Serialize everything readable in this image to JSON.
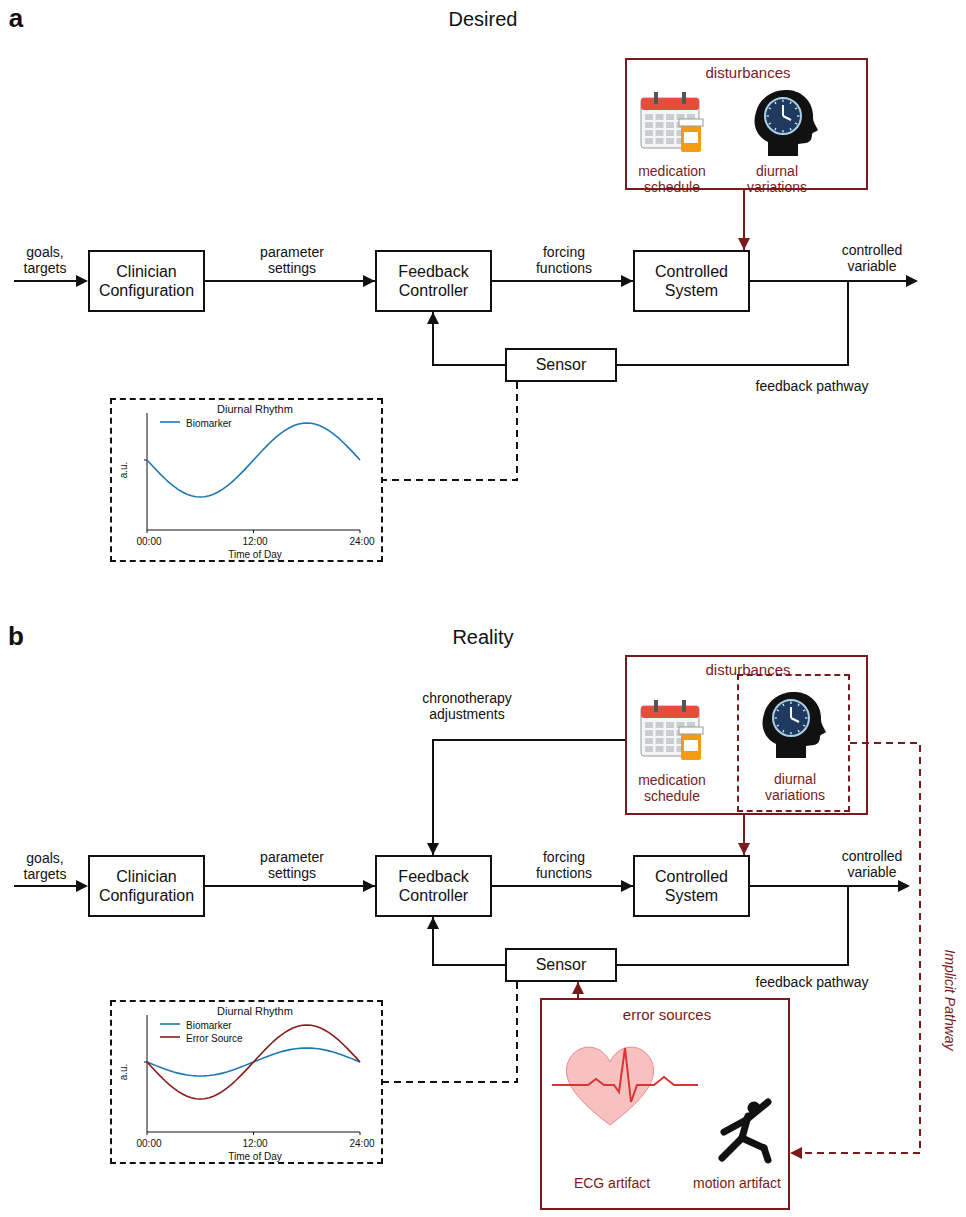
{
  "diagram": {
    "nodes": [
      {
        "text": [
          "disturbances",
          "medication schedule",
          "diurnal variations"
        ]
      },
      {
        "text": [
          "Clinician Configuration"
        ]
      },
      {
        "text": [
          "Feedback Controller"
        ]
      },
      {
        "text": [
          "Controlled System"
        ]
      },
      {
        "text": [
          "Sensor"
        ]
      },
      {
        "text": [
          "Diurnal Rhythm",
          "Biomarker",
          "a.u.",
          "00:00",
          "12:00",
          "24:00",
          "Time of Day"
        ]
      },
      {
        "text": [
          "disturbances",
          "medication schedule"
        ]
      },
      {
        "text": [
          "diurnal variations"
        ],
        "in": 6
      },
      {
        "text": [
          "Clinician Configuration"
        ]
      },
      {
        "text": [
          "Feedback Controller"
        ]
      },
      {
        "text": [
          "Controlled System"
        ]
      },
      {
        "text": [
          "Sensor"
        ]
      },
      {
        "text": [
          "error sources",
          "ECG artifact",
          "motion artifact"
        ]
      },
      {
        "text": [
          "Diurnal Rhythm",
          "Biomarker",
          "Error Source",
          "a.u.",
          "00:00",
          "12:00",
          "24:00",
          "Time of Day"
        ]
      }
    ],
    "edges": [
      {
        "from": 1,
        "to": 2,
        "label": "parameter settings",
        "arrow": "to"
      },
      {
        "from": 2,
        "to": 3,
        "label": "forcing functions",
        "arrow": "to"
      },
      {
        "from": 0,
        "to": 3,
        "arrow": "to"
      },
      {
        "from": 3,
        "to": 4,
        "arrow": "none"
      },
      {
        "from": 4,
        "to": 2,
        "arrow": "to"
      },
      {
        "from": 4,
        "to": 5,
        "arrow": "none"
      },
      {
        "from": 8,
        "to": 9,
        "label": "parameter settings",
        "arrow": "to"
      },
      {
        "from": 9,
        "to": 10,
        "label": "forcing functions",
        "arrow": "to"
      },
      {
        "from": 6,
        "to": 10,
        "arrow": "to"
      },
      {
        "from": 6,
        "to": 9,
        "label": "chronotherapy adjustments",
        "arrow": "to"
      },
      {
        "from": 10,
        "to": 11,
        "arrow": "none"
      },
      {
        "from": 11,
        "to": 9,
        "arrow": "to"
      },
      {
        "from": 11,
        "to": 13,
        "arrow": "none"
      },
      {
        "from": 12,
        "to": 11,
        "arrow": "to"
      },
      {
        "from": 7,
        "to": 12,
        "label": "Implicit Pathway",
        "arrow": "to"
      }
    ],
    "labels": [
      "a",
      "Desired",
      "goals, targets",
      "controlled variable",
      "feedback pathway",
      "b",
      "Reality",
      "goals, targets",
      "controlled variable",
      "feedback pathway"
    ]
  }
}
